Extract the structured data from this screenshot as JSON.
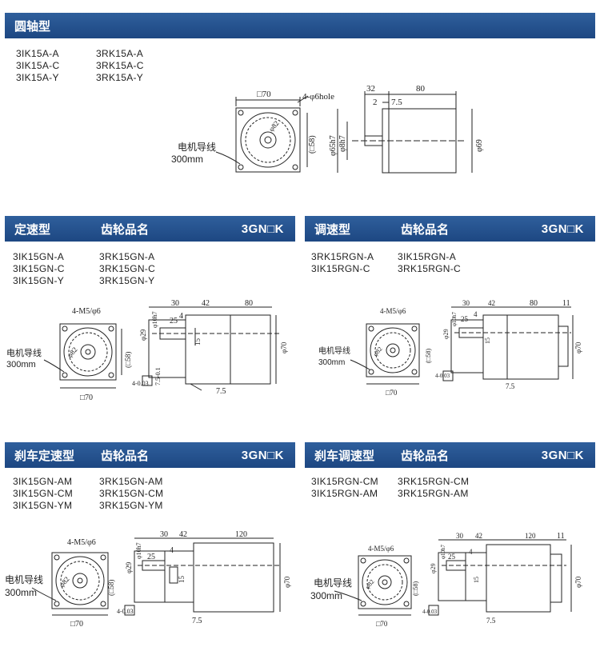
{
  "sections": {
    "round_shaft": {
      "title": "圆轴型",
      "col1": [
        "3IK15A-A",
        "3IK15A-C",
        "3IK15A-Y"
      ],
      "col2": [
        "3RK15A-A",
        "3RK15A-C",
        "3RK15A-Y"
      ],
      "dims": {
        "square": "□70",
        "holes": "4-φ6hole",
        "d32": "32",
        "d80": "80",
        "d2": "2",
        "d75": "7.5",
        "dia82": "φ82",
        "sq58": "(□58)",
        "d65": "φ65h7",
        "d8": "φ8h7",
        "d69": "φ69",
        "lead": "电机导线",
        "lead_len": "300mm"
      }
    },
    "fixed_speed": {
      "title": "定速型",
      "gear": "齿轮品名",
      "code": "3GN□K",
      "col1": [
        "3IK15GN-A",
        "3IK15GN-C",
        "3IK15GN-Y"
      ],
      "col2": [
        "3RK15GN-A",
        "3RK15GN-C",
        "3RK15GN-Y"
      ],
      "dims": {
        "holes": "4-M5/φ6",
        "dia82": "φ82",
        "sq58": "(□58)",
        "sq70": "□70",
        "d30": "30",
        "d42": "42",
        "d80": "80",
        "d25": "25",
        "d4": "4",
        "d75": "7.5",
        "d15": "15",
        "d29": "φ29",
        "d10": "φ10h7",
        "d70": "φ70",
        "lead": "电机导线",
        "lead_len": "300mm",
        "key": "4-0.03",
        "key2": "7.5-0.1"
      }
    },
    "speed_control": {
      "title": "调速型",
      "gear": "齿轮品名",
      "code": "3GN□K",
      "col1": [
        "3RK15RGN-A",
        "3IK15RGN-C"
      ],
      "col2": [
        "3IK15RGN-A",
        "3RK15RGN-C"
      ],
      "dims": {
        "holes": "4-M5/φ6",
        "dia82": "φ82",
        "sq58": "(□58)",
        "sq70": "□70",
        "d30": "30",
        "d42": "42",
        "d80": "80",
        "d11": "11",
        "d25": "25",
        "d4": "4",
        "d75": "7.5",
        "d15": "15",
        "d29": "φ29",
        "d10": "φ10h7",
        "d70": "φ70",
        "lead": "电机导线",
        "lead_len": "300mm",
        "key": "4-0.03"
      }
    },
    "brake_fixed": {
      "title": "刹车定速型",
      "gear": "齿轮品名",
      "code": "3GN□K",
      "col1": [
        "3IK15GN-AM",
        "3IK15GN-CM",
        "3IK15GN-YM"
      ],
      "col2": [
        "3RK15GN-AM",
        "3RK15GN-CM",
        "3RK15GN-YM"
      ],
      "dims": {
        "holes": "4-M5/φ6",
        "dia82": "φ82",
        "sq58": "(□58)",
        "sq70": "□70",
        "d30": "30",
        "d42": "42",
        "d120": "120",
        "d25": "25",
        "d4": "4",
        "d75": "7.5",
        "d15": "15",
        "d29": "φ29",
        "d10": "φ10h7",
        "d70": "φ70",
        "lead": "电机导线",
        "lead_len": "300mm",
        "key": "4-0.03"
      }
    },
    "brake_speed": {
      "title": "刹车调速型",
      "gear": "齿轮品名",
      "code": "3GN□K",
      "col1": [
        "3IK15RGN-CM",
        "3IK15RGN-AM"
      ],
      "col2": [
        "3RK15RGN-CM",
        "3RK15RGN-AM"
      ],
      "dims": {
        "holes": "4-M5/φ6",
        "dia82": "φ82",
        "sq58": "(□58)",
        "sq70": "□70",
        "d30": "30",
        "d42": "42",
        "d120": "120",
        "d11": "11",
        "d25": "25",
        "d4": "4",
        "d75": "7.5",
        "d15": "15",
        "d29": "φ29",
        "d10": "φ10h7",
        "d70": "φ70",
        "lead": "电机导线",
        "lead_len": "300mm",
        "key": "4-0.03"
      }
    }
  }
}
